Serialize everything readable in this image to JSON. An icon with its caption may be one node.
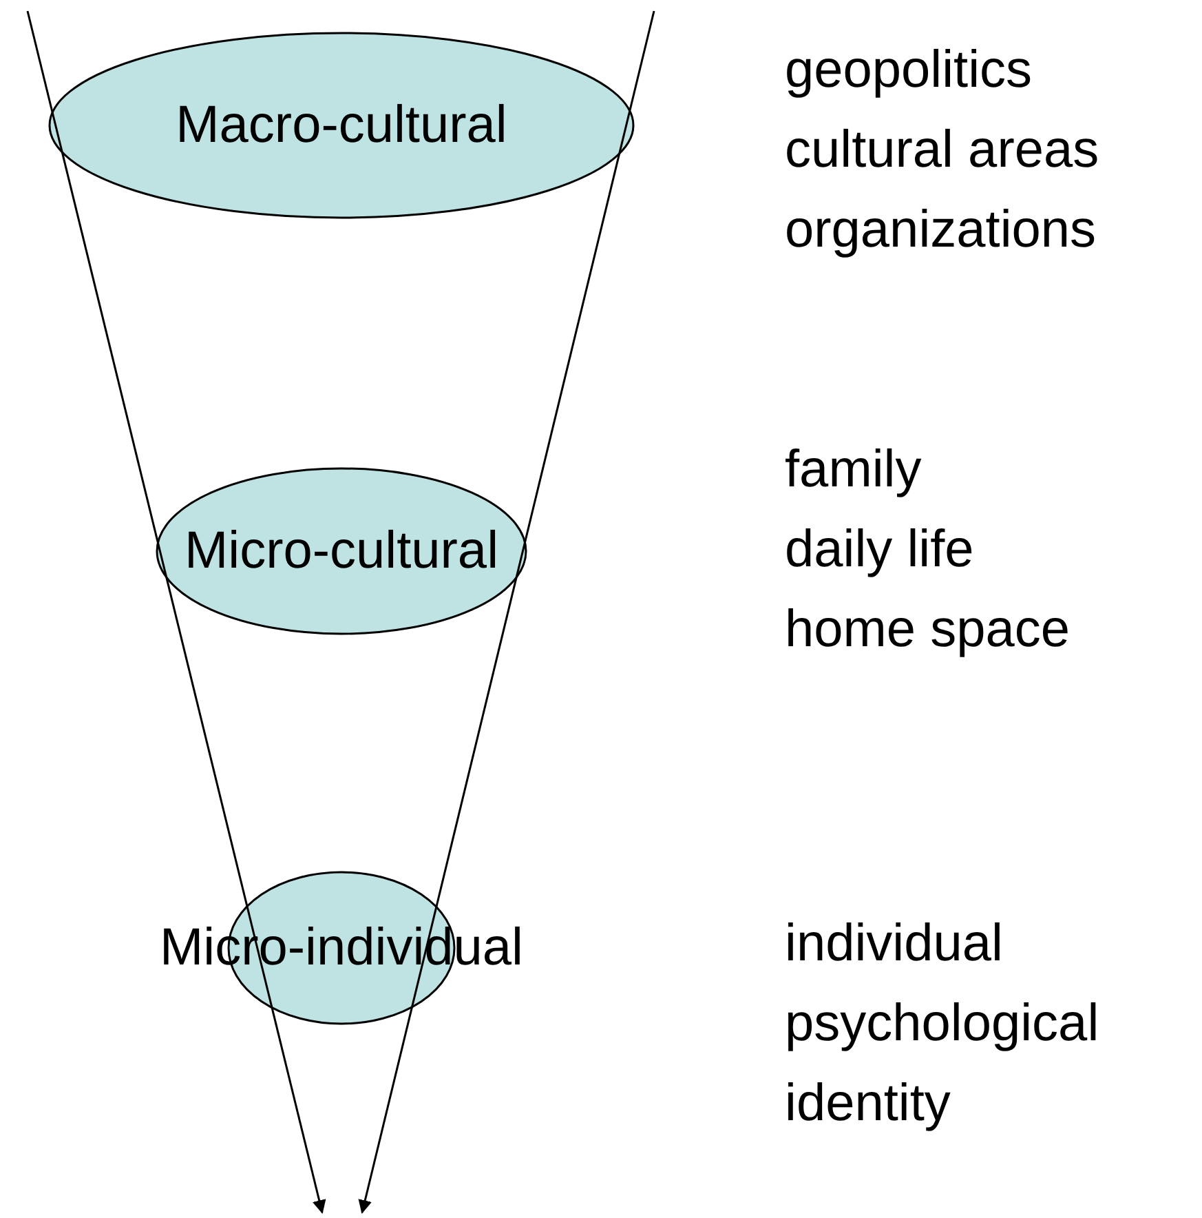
{
  "diagram": {
    "nodes": [
      {
        "text": [
          "Macro-cultural"
        ],
        "beside": [
          "geopolitics",
          "cultural areas",
          "organizations"
        ]
      },
      {
        "text": [
          "Micro-cultural"
        ],
        "beside": [
          "family",
          "daily life",
          "home space"
        ]
      },
      {
        "text": [
          "Micro-individual"
        ],
        "beside": [
          "individual",
          "psychological",
          "identity"
        ]
      }
    ],
    "edges": []
  }
}
